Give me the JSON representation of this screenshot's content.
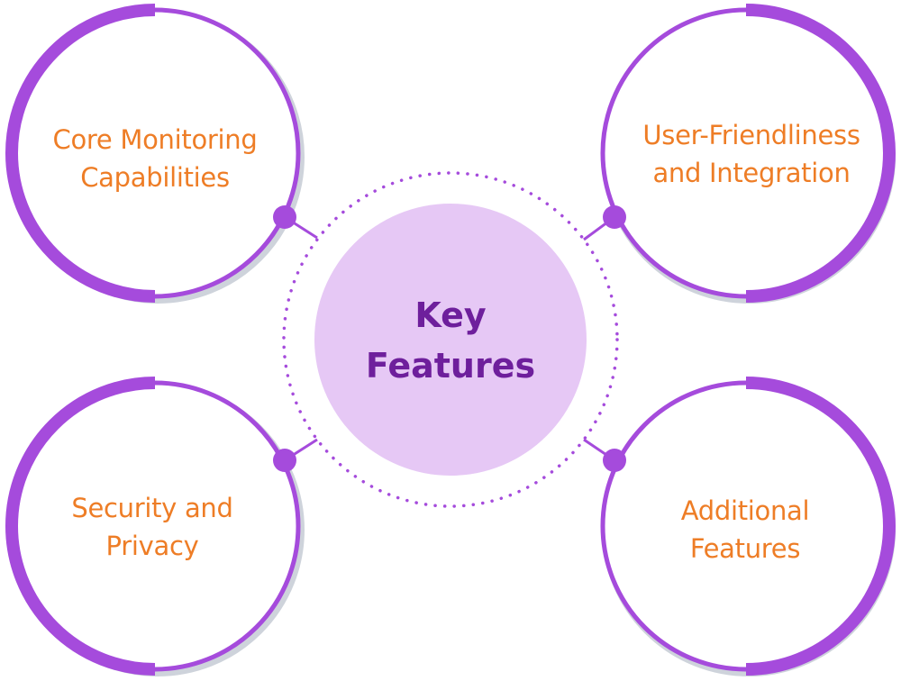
{
  "center": {
    "line1": "Key",
    "line2": "Features"
  },
  "nodes": [
    {
      "line1": "Core Monitoring",
      "line2": "Capabilities"
    },
    {
      "line1": "User-Friendliness",
      "line2": "and Integration"
    },
    {
      "line1": "Security and",
      "line2": "Privacy"
    },
    {
      "line1": "Additional",
      "line2": "Features"
    }
  ],
  "colors": {
    "ring": "#a54bdc",
    "ring_shadow": "#ced3db",
    "node_text": "#ee7d26",
    "center_fill": "#e6c8f5",
    "center_text": "#6e1f9c",
    "dotted_ring": "#a54bdc"
  }
}
